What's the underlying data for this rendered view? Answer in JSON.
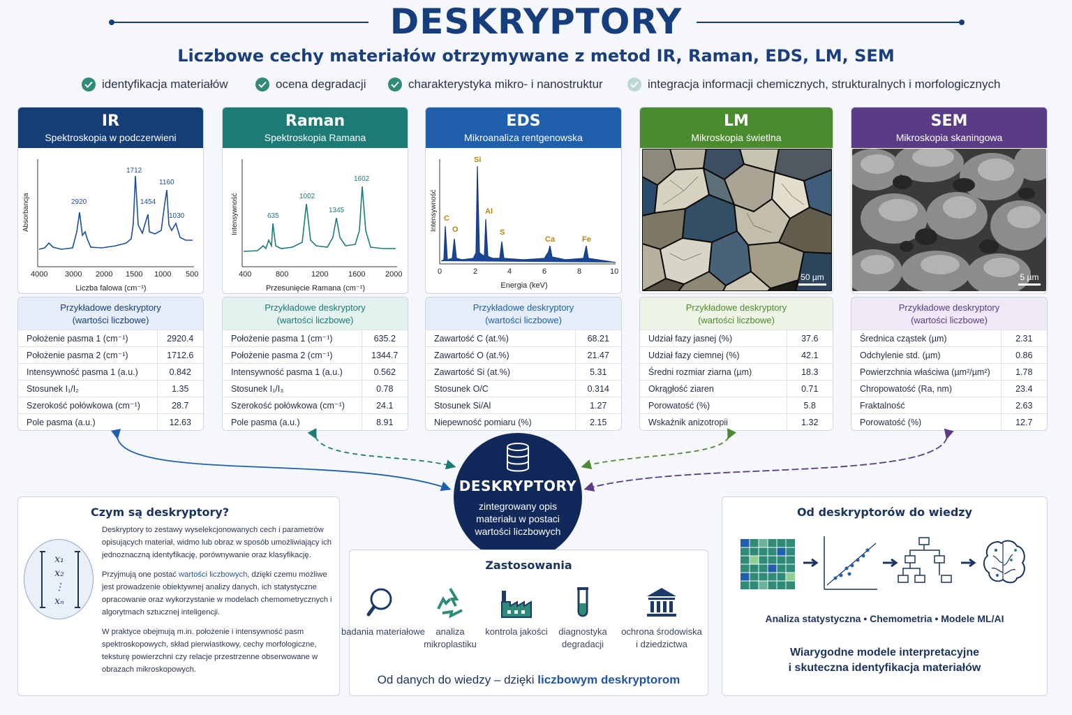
{
  "header": {
    "title": "DESKRYPTORY",
    "subtitle": "Liczbowe cechy materiałów otrzymywane z metod IR, Raman, EDS, LM, SEM"
  },
  "goals": [
    "identyfikacja materiałów",
    "ocena degradacji",
    "charakterystyka mikro- i nanostruktur",
    "integracja informacji chemicznych, strukturalnych i morfologicznych"
  ],
  "colors": {
    "ir": "#153d78",
    "raman": "#1d7b76",
    "eds": "#1f5fab",
    "lm": "#4c8a2f",
    "sem": "#5a3b85",
    "hub": "#10295a"
  },
  "methods": [
    {
      "abbr": "IR",
      "full": "Spektroskopia w podczerwieni",
      "chart": {
        "type": "line",
        "xlabel": "Liczba falowa (cm⁻¹)",
        "ylabel": "Absorbancja",
        "xticks": [
          "4000",
          "3000",
          "2000",
          "1500",
          "1000",
          "500"
        ],
        "peaks": [
          "2920",
          "1712",
          "1454",
          "1160",
          "1030"
        ]
      },
      "desc_title": "Przykładowe deskryptory",
      "desc_sub": "(wartości liczbowe)",
      "rows": [
        {
          "label": "Położenie pasma 1 (cm⁻¹)",
          "value": "2920.4"
        },
        {
          "label": "Położenie pasma 2 (cm⁻¹)",
          "value": "1712.6"
        },
        {
          "label": "Intensywność pasma 1 (a.u.)",
          "value": "0.842"
        },
        {
          "label": "Stosunek I₁/I₂",
          "value": "1.35"
        },
        {
          "label": "Szerokość połówkowa (cm⁻¹)",
          "value": "28.7"
        },
        {
          "label": "Pole pasma (a.u.)",
          "value": "12.63"
        }
      ]
    },
    {
      "abbr": "Raman",
      "full": "Spektroskopia Ramana",
      "chart": {
        "type": "line",
        "xlabel": "Przesunięcie Ramana (cm⁻¹)",
        "ylabel": "Intensywność",
        "xticks": [
          "400",
          "800",
          "1200",
          "1600",
          "2000"
        ],
        "peaks": [
          "635",
          "1002",
          "1345",
          "1602"
        ]
      },
      "desc_title": "Przykładowe deskryptory",
      "desc_sub": "(wartości liczbowe)",
      "rows": [
        {
          "label": "Położenie pasma 1 (cm⁻¹)",
          "value": "635.2"
        },
        {
          "label": "Położenie pasma 2 (cm⁻¹)",
          "value": "1344.7"
        },
        {
          "label": "Intensywność pasma 1 (a.u.)",
          "value": "0.562"
        },
        {
          "label": "Stosunek I₁/I₃",
          "value": "0.78"
        },
        {
          "label": "Szerokość połówkowa (cm⁻¹)",
          "value": "24.1"
        },
        {
          "label": "Pole pasma (a.u.)",
          "value": "8.91"
        }
      ]
    },
    {
      "abbr": "EDS",
      "full": "Mikroanaliza rentgenowska",
      "chart": {
        "type": "line",
        "xlabel": "Energia (keV)",
        "ylabel": "Intensywność",
        "xticks": [
          "0",
          "2",
          "4",
          "6",
          "8",
          "10"
        ],
        "peaks": [
          "C",
          "O",
          "Si",
          "Al",
          "S",
          "Ca",
          "Fe"
        ]
      },
      "desc_title": "Przykładowe deskryptory",
      "desc_sub": "(wartości liczbowe)",
      "rows": [
        {
          "label": "Zawartość C (at.%)",
          "value": "68.21"
        },
        {
          "label": "Zawartość O (at.%)",
          "value": "21.47"
        },
        {
          "label": "Zawartość Si (at.%)",
          "value": "5.31"
        },
        {
          "label": "Stosunek O/C",
          "value": "0.314"
        },
        {
          "label": "Stosunek Si/Al",
          "value": "1.27"
        },
        {
          "label": "Niepewność pomiaru (%)",
          "value": "2.15"
        }
      ]
    },
    {
      "abbr": "LM",
      "full": "Mikroskopia świetlna",
      "scale": "50 µm",
      "desc_title": "Przykładowe deskryptory",
      "desc_sub": "(wartości liczbowe)",
      "rows": [
        {
          "label": "Udział fazy jasnej (%)",
          "value": "37.6"
        },
        {
          "label": "Udział fazy ciemnej (%)",
          "value": "42.1"
        },
        {
          "label": "Średni rozmiar ziarna (µm)",
          "value": "18.3"
        },
        {
          "label": "Okrągłość ziaren",
          "value": "0.71"
        },
        {
          "label": "Porowatość (%)",
          "value": "5.8"
        },
        {
          "label": "Wskaźnik anizotropii",
          "value": "1.32"
        }
      ]
    },
    {
      "abbr": "SEM",
      "full": "Mikroskopia skaningowa",
      "scale": "5 µm",
      "desc_title": "Przykładowe deskryptory",
      "desc_sub": "(wartości liczbowe)",
      "rows": [
        {
          "label": "Średnica cząstek (µm)",
          "value": "2.31"
        },
        {
          "label": "Odchylenie std. (µm)",
          "value": "0.86"
        },
        {
          "label": "Powierzchnia właściwa (µm²/µm²)",
          "value": "1.78"
        },
        {
          "label": "Chropowatość (Ra, nm)",
          "value": "23.4"
        },
        {
          "label": "Fraktalność",
          "value": "2.63"
        },
        {
          "label": "Porowatość (%)",
          "value": "12.7"
        }
      ]
    }
  ],
  "hub": {
    "title": "DESKRYPTORY",
    "text": "zintegrowany opis materiału w postaci wartości liczbowych"
  },
  "what": {
    "title": "Czym są deskryptory?",
    "matrix": [
      "x₁",
      "x₂",
      "⋮",
      "xₙ"
    ],
    "p1": "Deskryptory to zestawy wyselekcjonowanych cech i parametrów opisujących materiał, widmo lub obraz w sposób umożliwiający ich jednoznaczną identyfikację, porównywanie oraz klasyfikację.",
    "p2_a": "Przyjmują one postać ",
    "p2_hl": "wartości liczbowych",
    "p2_b": ", dzięki czemu możliwe jest prowadzenie obiektywnej analizy danych, ich statystyczne opracowanie oraz wykorzystanie w modelach chemometrycznych i algorytmach sztucznej inteligencji.",
    "p3": "W praktyce obejmują m.in. położenie i intensywność pasm spektroskopowych, skład pierwiastkowy, cechy morfologiczne, teksturę powierzchni czy relacje przestrzenne obserwowane w obrazach mikroskopowych."
  },
  "apps": {
    "title": "Zastosowania",
    "items": [
      {
        "label": "badania materiałowe",
        "icon": "magnifier-icon"
      },
      {
        "label": "analiza mikroplastiku",
        "icon": "recycle-icon"
      },
      {
        "label": "kontrola jakości",
        "icon": "factory-icon"
      },
      {
        "label": "diagnostyka degradacji",
        "icon": "test-tube-icon"
      },
      {
        "label": "ochrona środowiska i dziedzictwa",
        "icon": "museum-icon"
      }
    ],
    "footer_a": "Od danych do wiedzy – dzięki ",
    "footer_hl": "liczbowym deskryptorom"
  },
  "knowledge": {
    "title": "Od deskryptorów do wiedzy",
    "tags": "Analiza statystyczna • Chemometria • Modele ML/AI",
    "conclusion_1": "Wiarygodne modele interpretacyjne",
    "conclusion_2": "i skuteczna identyfikacja materiałów"
  }
}
